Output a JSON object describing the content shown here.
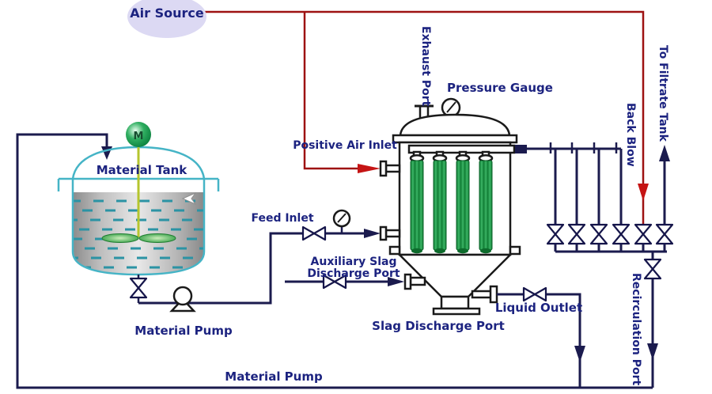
{
  "labels": {
    "air_source": "Air Source",
    "exhaust_port": "Exhaust Port",
    "pressure_gauge": "Pressure Gauge",
    "positive_air_inlet": "Positive Air Inlet",
    "material_tank": "Material Tank",
    "motor": "M",
    "feed_inlet": "Feed Inlet",
    "auxiliary_slag_line1": "Auxiliary Slag",
    "auxiliary_slag_line2": "Discharge Port",
    "material_pump_upper": "Material Pump",
    "slag_discharge_port": "Slag Discharge Port",
    "liquid_outlet": "Liquid Outlet",
    "back_blow": "Back Blow",
    "to_filtrate_tank": "To Filtrate Tank",
    "recirculation_port": "Recirculation Port",
    "material_pump_lower": "Material Pump"
  },
  "colors": {
    "pipe_navy": "#1b1b4e",
    "red_pipe": "#9e1212",
    "red_arrow": "#c51414",
    "label_navy": "#1c2380",
    "vessel_stroke": "#1a1a1a",
    "tank_teal": "#45b4c6",
    "air_source_oval": "#dcd9f3",
    "candle_green_dark": "#0f7c34",
    "candle_green_light": "#35b25e"
  }
}
